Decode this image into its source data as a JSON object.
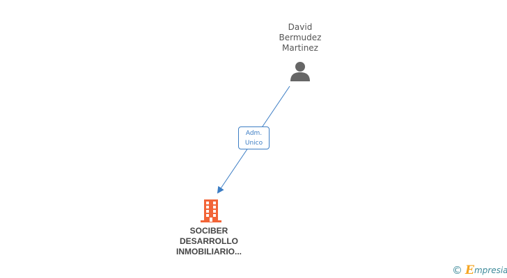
{
  "person": {
    "name_lines": [
      "David",
      "Bermudez",
      "Martinez"
    ],
    "icon": "person-icon"
  },
  "relation": {
    "label_lines": [
      "Adm.",
      "Unico"
    ]
  },
  "company": {
    "name_lines": [
      "SOCIBER",
      "DESARROLLO",
      "INMOBILIARIO..."
    ],
    "icon": "building-icon"
  },
  "brand": {
    "copyright": "©",
    "initial": "E",
    "rest": "mpresia"
  },
  "colors": {
    "edge": "#3c7dc4",
    "company": "#f26437",
    "person": "#666666",
    "brand_teal": "#3d8a9a",
    "brand_orange": "#f5a623"
  }
}
